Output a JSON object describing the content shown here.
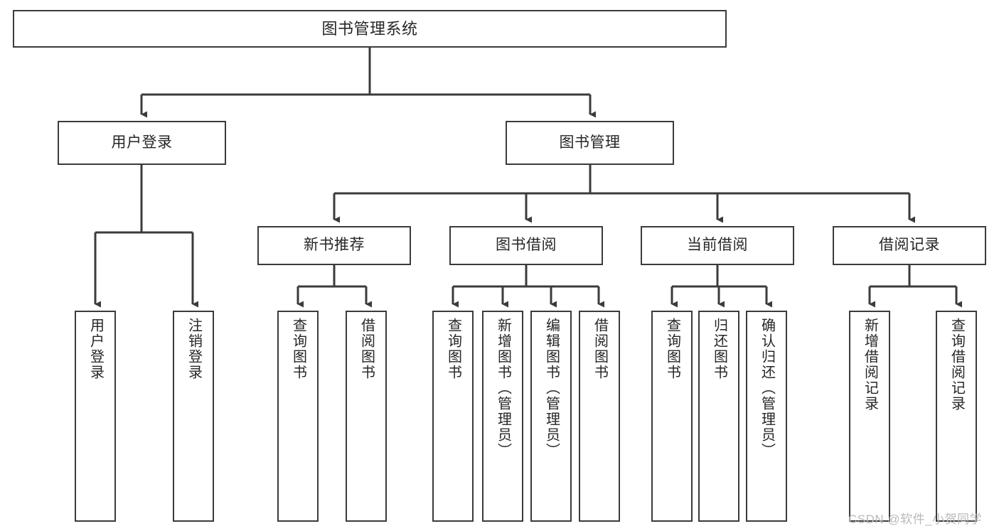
{
  "diagram": {
    "title": "图书管理系统",
    "type": "tree-hierarchy",
    "watermark": "CSDN @软件_小贺同学",
    "colors": {
      "stroke": "#3b3b3b",
      "text": "#262626",
      "background": "#ffffff",
      "watermark": "#b9b9b9"
    },
    "root": {
      "label": "图书管理系统"
    },
    "level2": [
      {
        "label": "用户登录"
      },
      {
        "label": "图书管理"
      }
    ],
    "level3": [
      {
        "label": "新书推荐"
      },
      {
        "label": "图书借阅"
      },
      {
        "label": "当前借阅"
      },
      {
        "label": "借阅记录"
      }
    ],
    "leaves": {
      "user_login": [
        {
          "label": "用户登录"
        },
        {
          "label": "注销登录"
        }
      ],
      "new_book_recommend": [
        {
          "label": "查询图书"
        },
        {
          "label": "借阅图书"
        }
      ],
      "book_borrow": [
        {
          "label": "查询图书"
        },
        {
          "label": "新增图书（管理员）"
        },
        {
          "label": "编辑图书（管理员）"
        },
        {
          "label": "借阅图书"
        }
      ],
      "current_borrow": [
        {
          "label": "查询图书"
        },
        {
          "label": "归还图书"
        },
        {
          "label": "确认归还（管理员）"
        }
      ],
      "borrow_record": [
        {
          "label": "新增借阅记录"
        },
        {
          "label": "查询借阅记录"
        }
      ]
    }
  }
}
